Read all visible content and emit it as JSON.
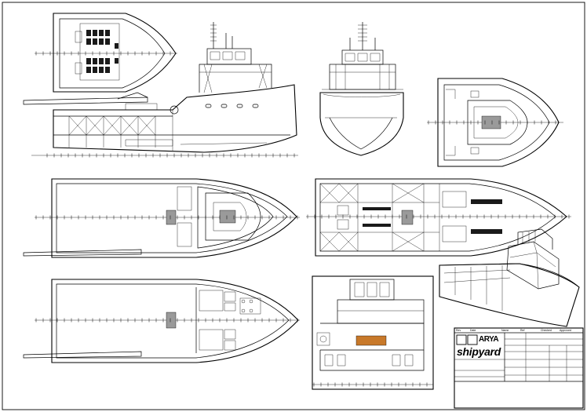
{
  "title_block": {
    "logo_mark": "ARYA",
    "company": "shipyard",
    "header_cells": [
      "Rev",
      "Date",
      "Name",
      "Ref",
      "Checked",
      "Approved"
    ]
  },
  "colors": {
    "line": "#000000",
    "paper": "#ffffff",
    "shade": "#9a9a9a",
    "tank_highlight": "#c8792a"
  },
  "views": [
    "bow-plan-small",
    "profile-elevation",
    "front-section",
    "bridge-plan-small",
    "main-deck-plan",
    "tank-top-plan",
    "lower-deck-plan",
    "cross-section",
    "isometric-render",
    "title-block"
  ]
}
